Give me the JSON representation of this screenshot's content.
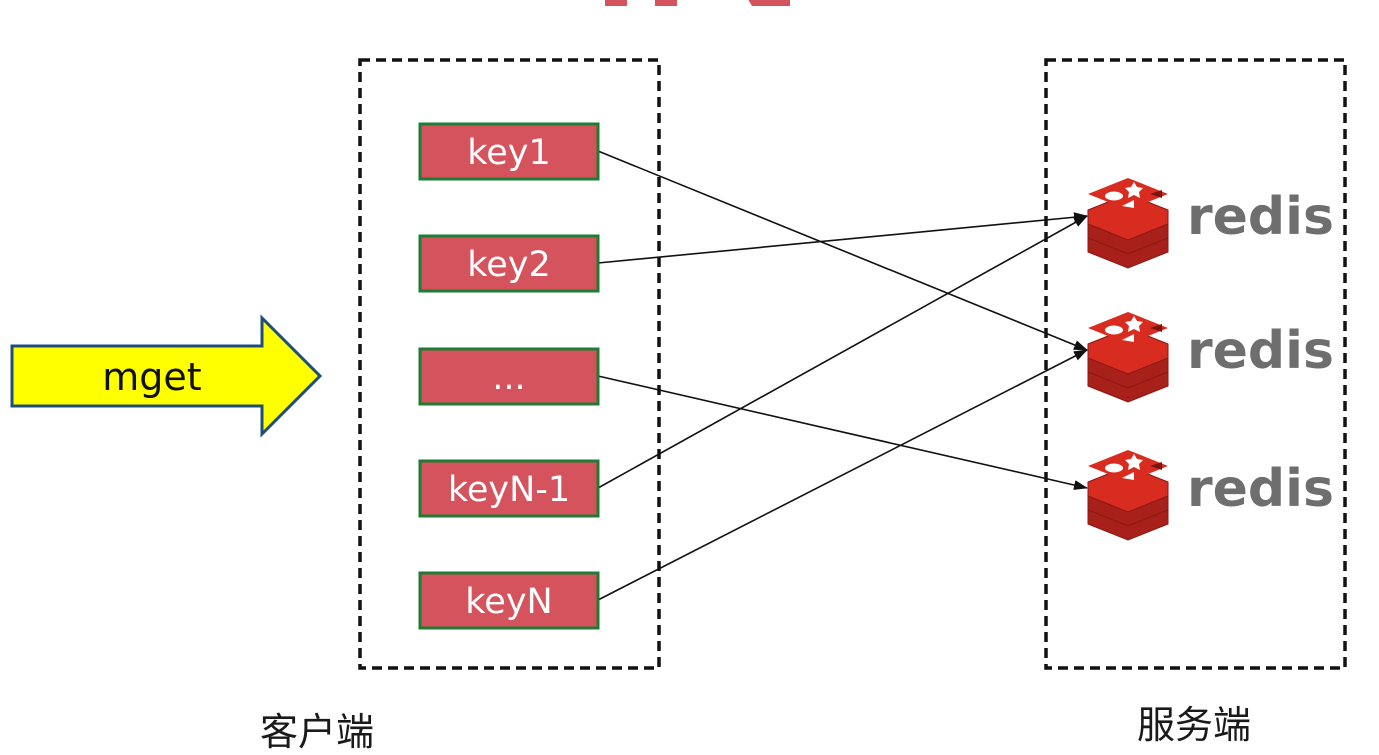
{
  "command": {
    "label": "mget"
  },
  "client": {
    "label": "客户端",
    "keys": [
      "key1",
      "key2",
      "...",
      "keyN-1",
      "keyN"
    ]
  },
  "server": {
    "label": "服务端",
    "nodes": [
      "redis",
      "redis",
      "redis"
    ]
  },
  "mappings": [
    {
      "key": "key1",
      "node_index": 1
    },
    {
      "key": "key2",
      "node_index": 0
    },
    {
      "key": "...",
      "node_index": 2
    },
    {
      "key": "keyN-1",
      "node_index": 0
    },
    {
      "key": "keyN",
      "node_index": 1
    }
  ],
  "colors": {
    "key_fill": "#d4535c",
    "key_border": "#1e7d32",
    "arrow_fill": "#ffff00",
    "arrow_border": "#1f4e79",
    "redis_red": "#d82c20",
    "redis_text": "#6e6e6e",
    "box_border": "#111111"
  },
  "icons": {
    "redis_node": "redis-logo-icon",
    "command_arrow": "arrow-right-icon"
  }
}
